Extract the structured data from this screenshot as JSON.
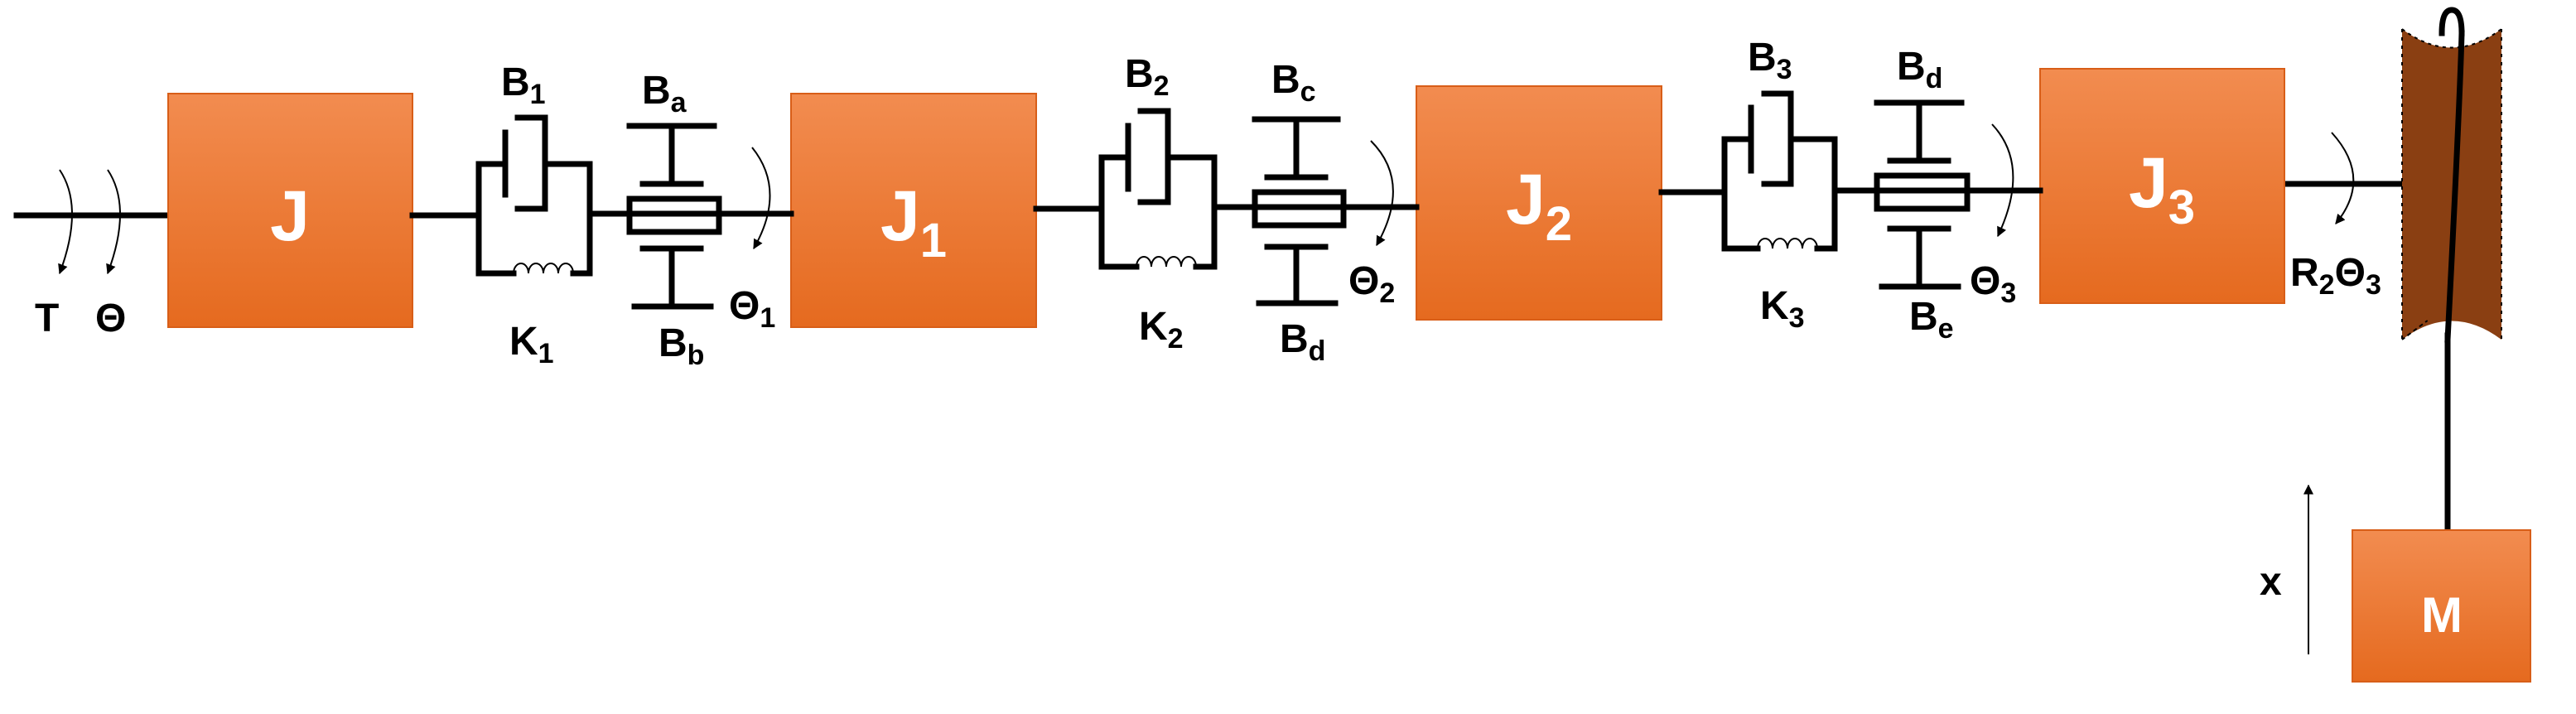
{
  "colors": {
    "block_top": "#f28c50",
    "block_bottom": "#e56a1f",
    "pulley": "#8a3f12",
    "line": "#000000"
  },
  "inputs": {
    "torque": "T",
    "angle": "Θ"
  },
  "blocks": [
    {
      "main": "J",
      "sub": ""
    },
    {
      "main": "J",
      "sub": "1"
    },
    {
      "main": "J",
      "sub": "2"
    },
    {
      "main": "J",
      "sub": "3"
    }
  ],
  "couplings": [
    {
      "damper": {
        "main": "B",
        "sub": "1"
      },
      "spring": {
        "main": "K",
        "sub": "1"
      }
    },
    {
      "damper": {
        "main": "B",
        "sub": "2"
      },
      "spring": {
        "main": "K",
        "sub": "2"
      }
    },
    {
      "damper": {
        "main": "B",
        "sub": "3"
      },
      "spring": {
        "main": "K",
        "sub": "3"
      }
    }
  ],
  "bearings": [
    {
      "top": {
        "main": "B",
        "sub": "a"
      },
      "bottom": {
        "main": "B",
        "sub": "b"
      }
    },
    {
      "top": {
        "main": "B",
        "sub": "c"
      },
      "bottom": {
        "main": "B",
        "sub": "d"
      }
    },
    {
      "top": {
        "main": "B",
        "sub": "d"
      },
      "bottom": {
        "main": "B",
        "sub": "e"
      }
    }
  ],
  "angles": [
    {
      "main": "Θ",
      "sub": "1"
    },
    {
      "main": "Θ",
      "sub": "2"
    },
    {
      "main": "Θ",
      "sub": "3"
    }
  ],
  "pulley_label": {
    "pre": "R",
    "pre_sub": "2",
    "main": "Θ",
    "sub": "3"
  },
  "mass": {
    "label": "M"
  },
  "displacement": {
    "label": "x"
  }
}
